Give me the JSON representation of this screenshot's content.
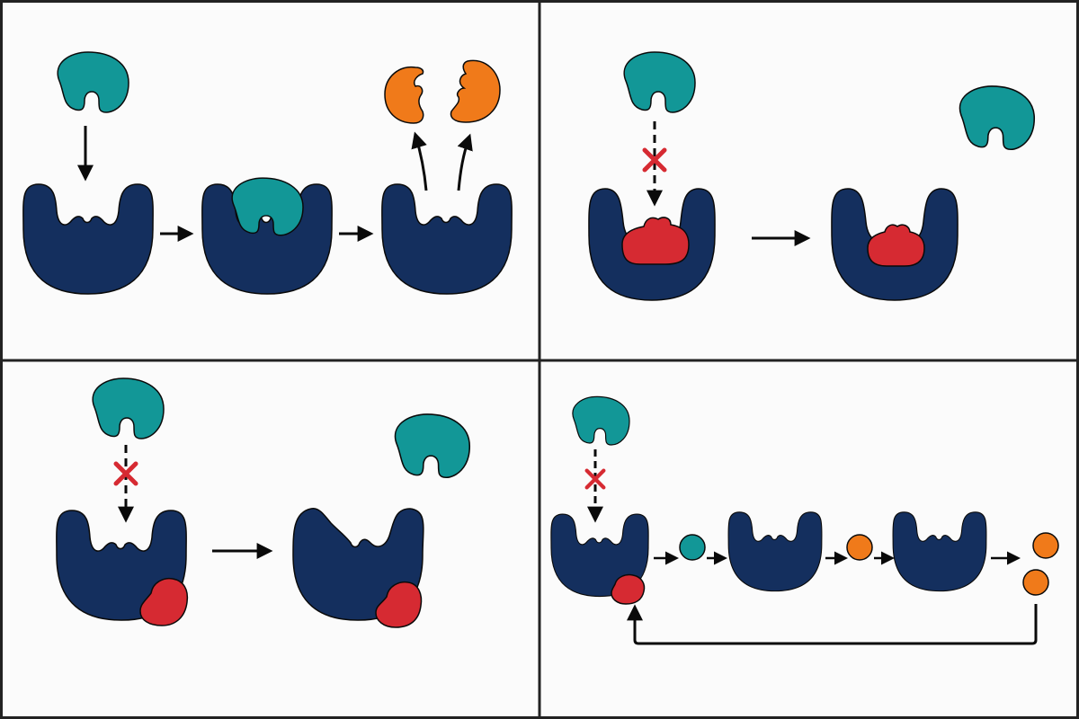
{
  "colors": {
    "enzyme": "#142f5e",
    "substrate": "#129797",
    "product": "#f07a1a",
    "inhibitor": "#d62a32",
    "outline": "#0a0a0a",
    "panel_background": "#fbfbfb",
    "panel_border": "#222222",
    "block_mark": "#d62a32"
  },
  "panels": [
    {
      "name": "substrate-binding-and-catalysis",
      "stages": [
        "free-enzyme-and-substrate",
        "enzyme-substrate-complex",
        "products-released"
      ]
    },
    {
      "name": "competitive-inhibition",
      "stages": [
        "inhibitor-in-active-site",
        "substrate-cannot-bind"
      ]
    },
    {
      "name": "allosteric-inhibition",
      "stages": [
        "inhibitor-at-allosteric-site",
        "active-site-distorted"
      ]
    },
    {
      "name": "feedback-inhibition-pathway",
      "stages": [
        "first-enzyme-inhibited",
        "intermediate",
        "second-enzyme",
        "intermediate",
        "third-enzyme",
        "end-products-feed-back"
      ]
    }
  ],
  "icons": {
    "blocked_marker": "red-x-icon",
    "flow_arrow": "arrow-icon"
  }
}
